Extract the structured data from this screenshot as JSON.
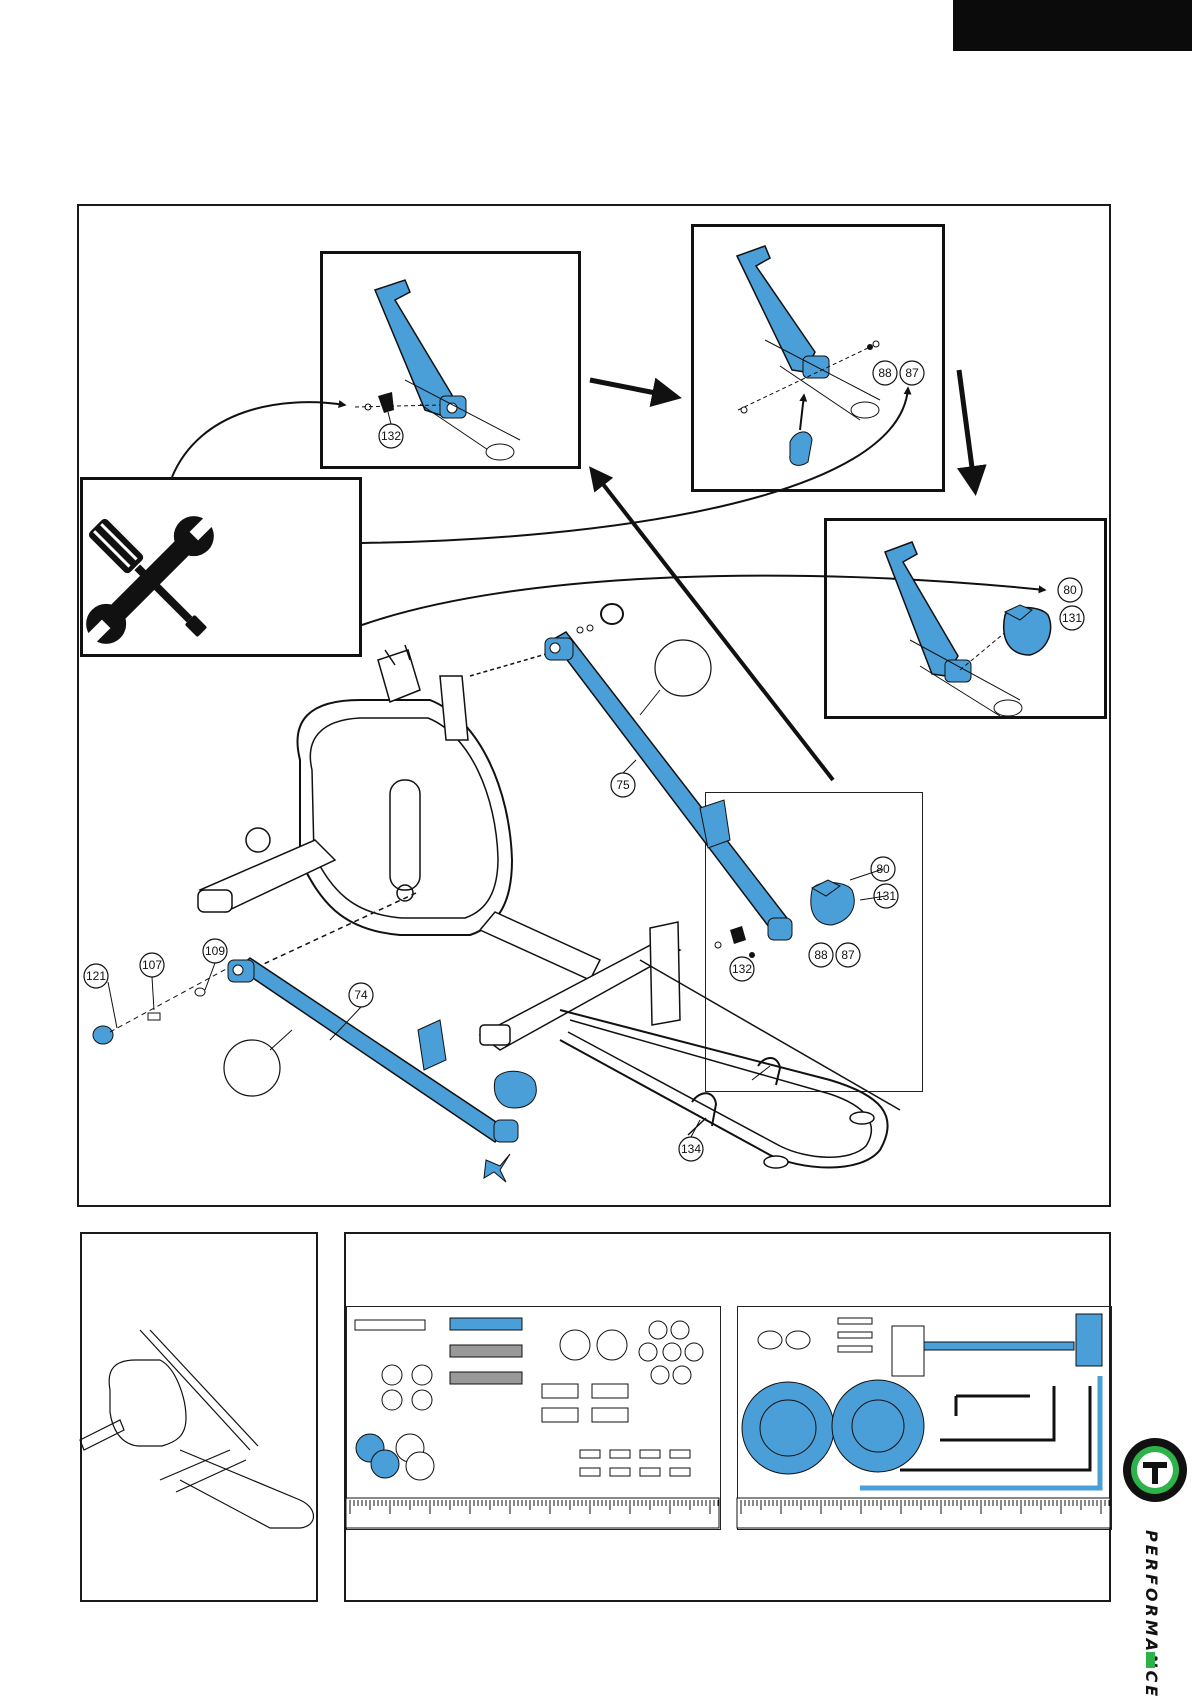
{
  "page": {
    "header_tab": "",
    "logo": {
      "brand_text": "PERFORMANCE",
      "letter": "T",
      "accent_color": "#2db34a"
    }
  },
  "colors": {
    "part_blue": "#4a9fd8",
    "ink": "#111111"
  },
  "diagram": {
    "main_callouts": {
      "c121": "121",
      "c107": "107",
      "c109": "109",
      "c74": "74",
      "c75": "75",
      "c80": "80",
      "c131": "131",
      "c88": "88",
      "c87": "87",
      "c132": "132",
      "c134": "134"
    },
    "inset_step1": {
      "callouts": {
        "c132": "132"
      }
    },
    "inset_step2": {
      "callouts": {
        "c88": "88",
        "c87": "87"
      }
    },
    "inset_step3": {
      "callouts": {
        "c80": "80",
        "c131": "131"
      }
    },
    "tools_box": {
      "icon": "wrench-screwdriver-icon"
    }
  },
  "bottom": {
    "overview_box": {},
    "hardware_box": {}
  }
}
